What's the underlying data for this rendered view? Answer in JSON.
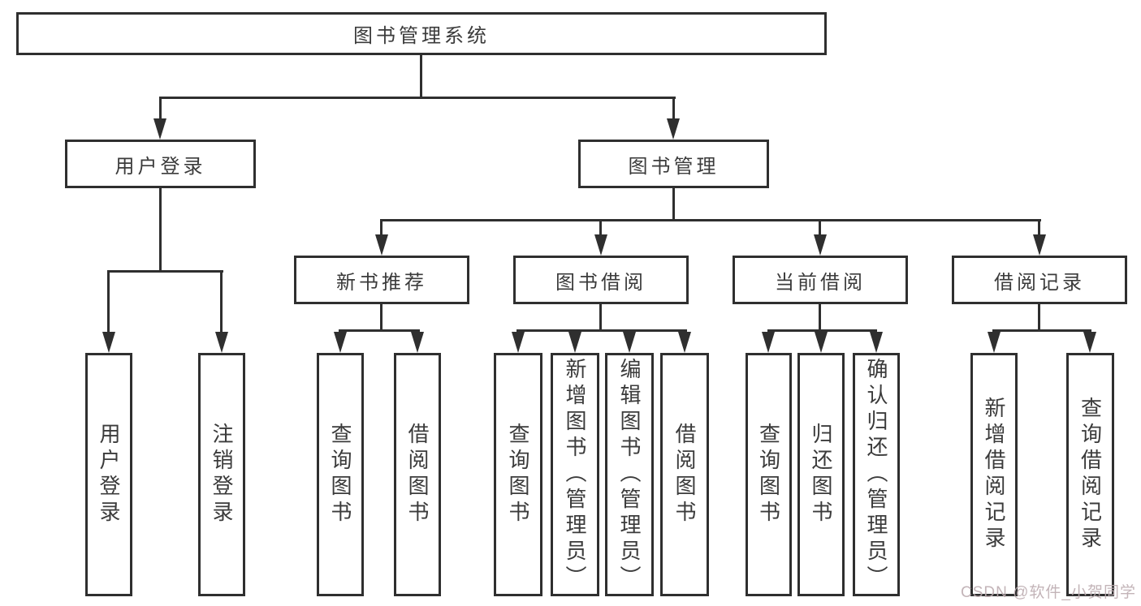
{
  "diagram": {
    "type": "tree",
    "root": {
      "label": "图书管理系统",
      "children": [
        {
          "label": "用户登录",
          "children": [
            {
              "label": "用户登录"
            },
            {
              "label": "注销登录"
            }
          ]
        },
        {
          "label": "图书管理",
          "children": [
            {
              "label": "新书推荐",
              "children": [
                {
                  "label": "查询图书"
                },
                {
                  "label": "借阅图书"
                }
              ]
            },
            {
              "label": "图书借阅",
              "children": [
                {
                  "label": "查询图书"
                },
                {
                  "label": "新增图书（管理员）"
                },
                {
                  "label": "编辑图书（管理员）"
                },
                {
                  "label": "借阅图书"
                }
              ]
            },
            {
              "label": "当前借阅",
              "children": [
                {
                  "label": "查询图书"
                },
                {
                  "label": "归还图书"
                },
                {
                  "label": "确认归还（管理员）"
                }
              ]
            },
            {
              "label": "借阅记录",
              "children": [
                {
                  "label": "新增借阅记录"
                },
                {
                  "label": "查询借阅记录"
                }
              ]
            }
          ]
        }
      ]
    },
    "colors": {
      "line": "#2f2f2f",
      "text": "#3b3b3b",
      "background": "#ffffff",
      "watermark": "#bcacb0"
    }
  },
  "watermark": {
    "text": "CSDN @软件_小贺同学"
  }
}
